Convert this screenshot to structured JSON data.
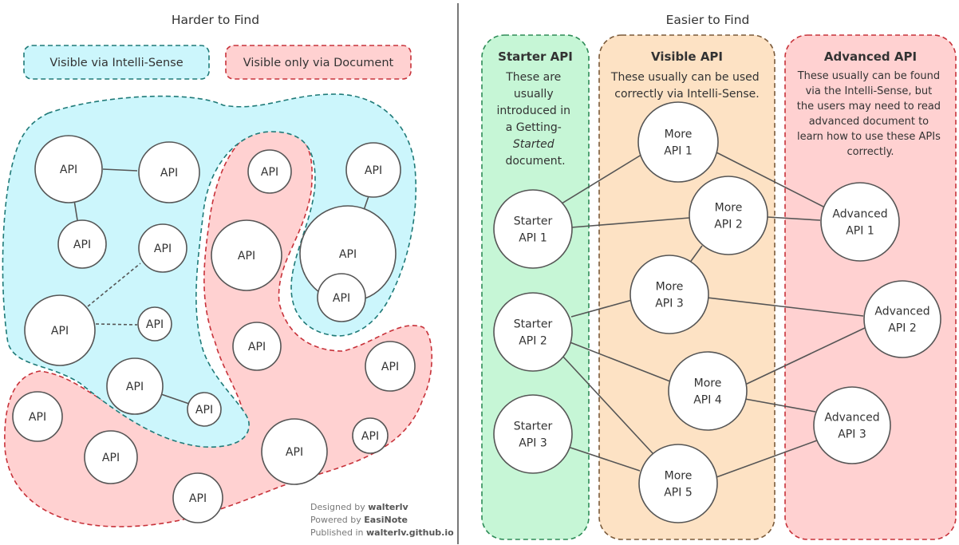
{
  "left": {
    "title": "Harder to Find",
    "legend": {
      "intellisense": "Visible via Intelli-Sense",
      "document": "Visible only via Document"
    },
    "node_label": "API"
  },
  "right": {
    "title": "Easier to Find",
    "columns": {
      "starter": {
        "title": "Starter API",
        "desc_lines": [
          "These are",
          "usually",
          "introduced in",
          "a Getting-",
          "Started",
          "document."
        ],
        "desc_italic": "Getting-",
        "desc_italic2": "Started",
        "nodes": [
          [
            "Starter",
            "API 1"
          ],
          [
            "Starter",
            "API 2"
          ],
          [
            "Starter",
            "API 3"
          ]
        ]
      },
      "visible": {
        "title": "Visible API",
        "desc_lines": [
          "These usually can be used",
          "correctly via Intelli-Sense."
        ],
        "nodes": [
          [
            "More",
            "API 1"
          ],
          [
            "More",
            "API 2"
          ],
          [
            "More",
            "API 3"
          ],
          [
            "More",
            "API 4"
          ],
          [
            "More",
            "API 5"
          ]
        ]
      },
      "advanced": {
        "title": "Advanced API",
        "desc_lines": [
          "These usually can be found",
          "via the Intelli-Sense, but",
          "the users may need to read",
          "advanced document to",
          "learn how to use these APIs",
          "correctly."
        ],
        "nodes": [
          [
            "Advanced",
            "API 1"
          ],
          [
            "Advanced",
            "API 2"
          ],
          [
            "Advanced",
            "API 3"
          ]
        ]
      }
    }
  },
  "credits": {
    "designed_prefix": "Designed by ",
    "designed_name": "walterlv",
    "powered_prefix": "Powered by ",
    "powered_name": "EasiNote",
    "published_prefix": "Published in ",
    "published_name": "walterlv.github.io"
  },
  "colors": {
    "cyan_fill": "#ccf6fc",
    "cyan_stroke": "#1f7a78",
    "red_fill": "#ffd1d1",
    "red_stroke": "#c7323a",
    "green_fill": "#c6f6d6",
    "green_stroke": "#2e8b57",
    "orange_fill": "#fde2c4",
    "orange_stroke": "#7a5a3a",
    "node_stroke": "#555555"
  }
}
